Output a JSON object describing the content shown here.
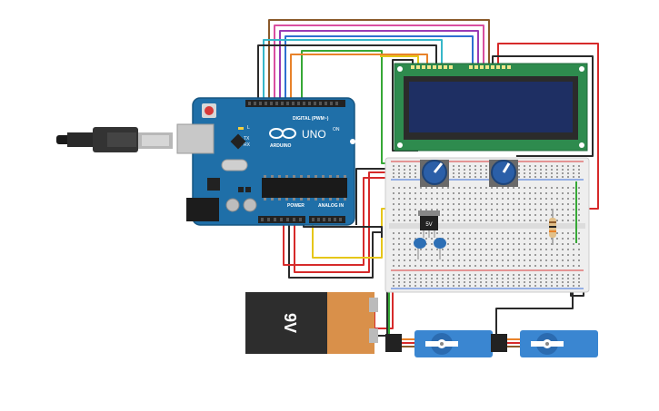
{
  "canvas": {
    "background": "#ffffff"
  },
  "arduino": {
    "board_color": "#1f6fa8",
    "model_label": "UNO",
    "brand_label": "ARDUINO",
    "digital_label": "DIGITAL (PWM~)",
    "power_label": "POWER",
    "analog_label": "ANALOG IN",
    "tx_label": "TX",
    "rx_label": "RX",
    "l_label": "L",
    "on_label": "ON",
    "logo_icon": "infinity-logo-icon"
  },
  "usb_cable": {
    "color": "#2a2a2a",
    "icon": "usb-plug-icon"
  },
  "lcd": {
    "pcb_color": "#2e8b4e",
    "screen_color": "#1e2f63",
    "pin_count": 16
  },
  "breadboard": {
    "color": "#eeeeee",
    "rail_red": "#d93a3a",
    "rail_blue": "#3a6fd9"
  },
  "potentiometers": [
    {
      "name": "pot-1",
      "color": "#2b5fa8"
    },
    {
      "name": "pot-2",
      "color": "#2b5fa8"
    }
  ],
  "regulator": {
    "label": "5V"
  },
  "capacitors": {
    "color": "#2d6fb5"
  },
  "battery": {
    "label": "9V",
    "cap_color": "#2d2d2d",
    "body_color": "#d9904a"
  },
  "servos": {
    "count": 2,
    "color": "#3a86d1"
  },
  "wire_colors": {
    "red": "#d62a2a",
    "black": "#2a2a2a",
    "yellow": "#e6c619",
    "green": "#36a836",
    "blue": "#2f6fd1",
    "purple": "#9a3ab5",
    "cyan": "#37b7c9",
    "brown": "#8b5a2b",
    "orange": "#e8822a",
    "pink": "#d94fa0"
  }
}
